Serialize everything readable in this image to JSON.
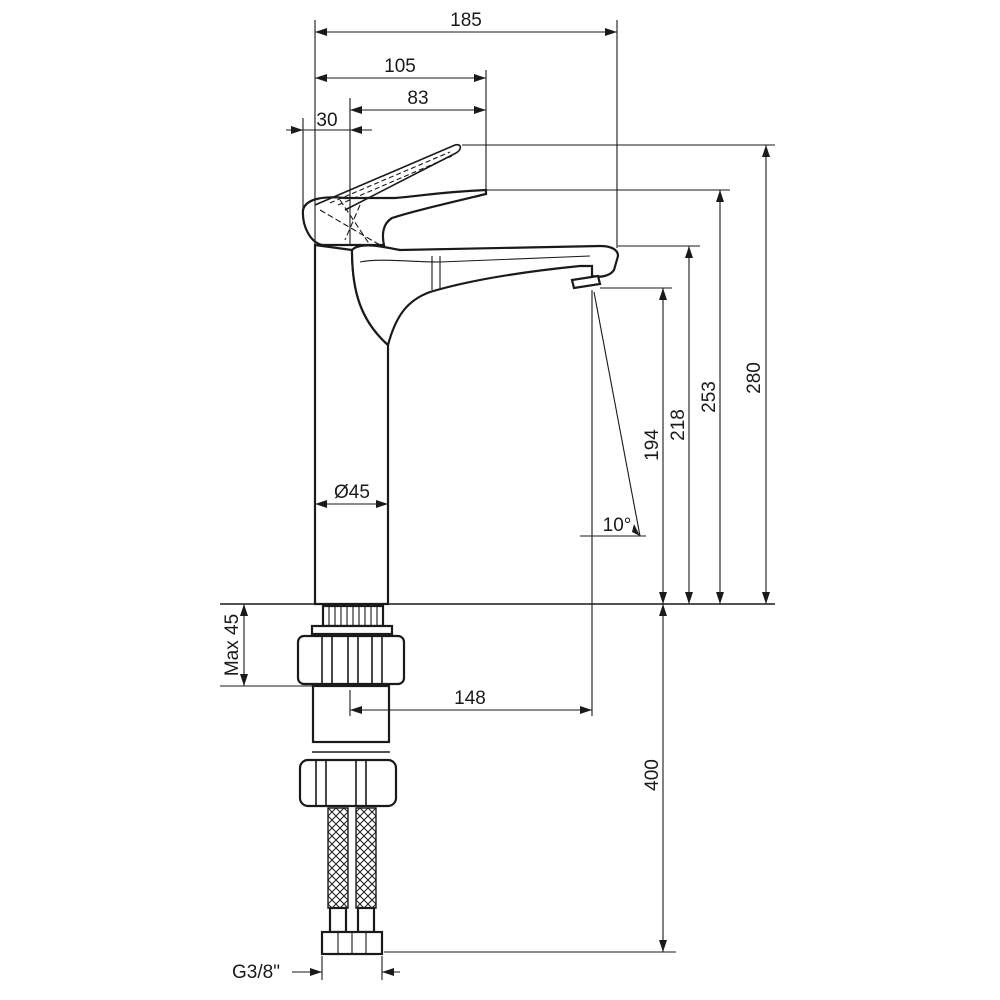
{
  "drawing": {
    "colors": {
      "line": "#1a1a1a",
      "background": "#ffffff"
    },
    "dimensions": {
      "overall_reach": "185",
      "handle_reach": "105",
      "spout_to_handle": "83",
      "handle_offset": "30",
      "height_top": "280",
      "height_spout_top": "253",
      "height_spout_bottom": "218",
      "height_outlet": "194",
      "body_diameter": "Ø45",
      "spray_angle": "10°",
      "max_deck": "Max 45",
      "outlet_projection": "148",
      "hose_length": "400",
      "thread": "G3/8\""
    }
  }
}
